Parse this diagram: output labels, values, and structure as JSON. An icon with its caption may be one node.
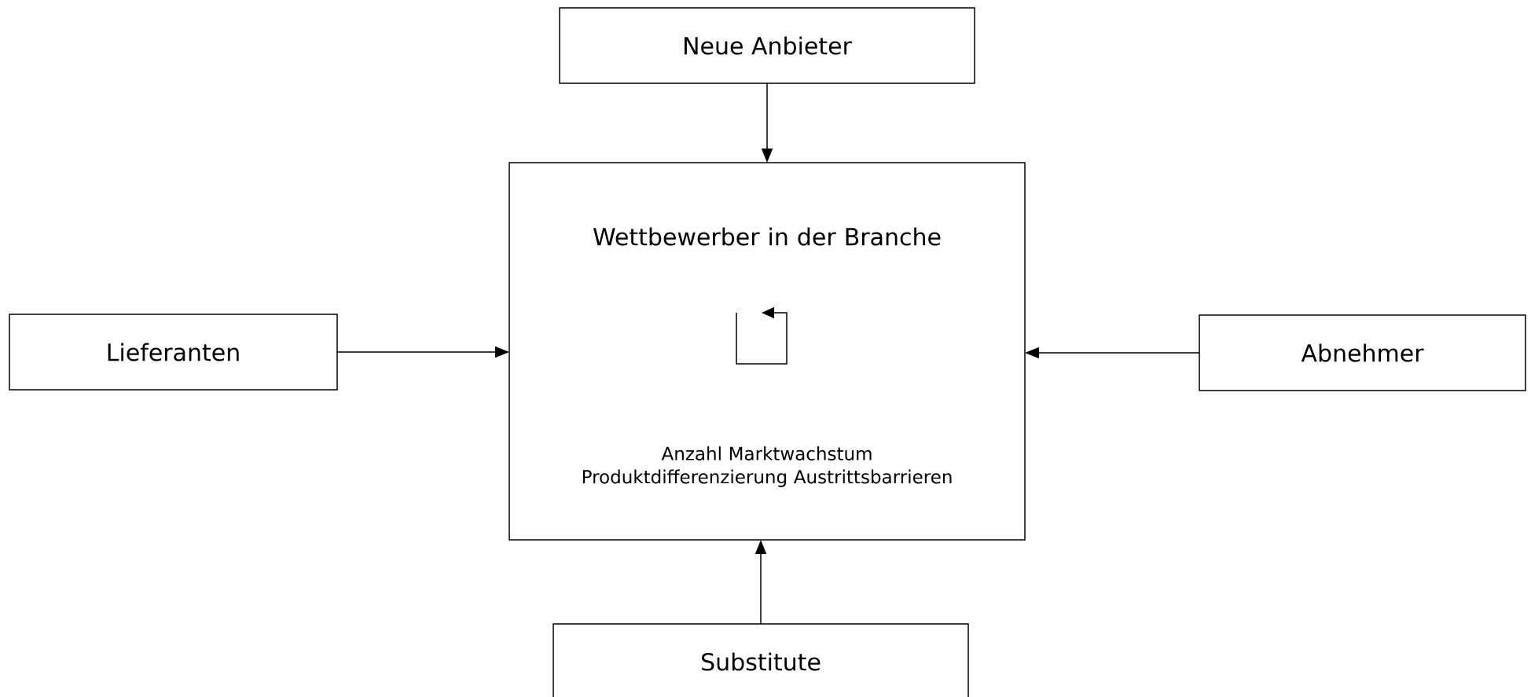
{
  "diagram": {
    "nodes": [
      {
        "text": [
          "Neue Anbieter"
        ]
      },
      {
        "text": [
          "Wettbewerber in der Branche",
          "Anzahl Marktwachstum Produktdifferenzierung Austrittsbarrieren"
        ]
      },
      {
        "text": [
          "Lieferanten"
        ]
      },
      {
        "text": [
          "Abnehmer"
        ]
      },
      {
        "text": [
          "Substitute"
        ]
      }
    ],
    "edges": [
      {
        "from": 0,
        "to": 1,
        "arrow": "to"
      },
      {
        "from": 2,
        "to": 1,
        "arrow": "to"
      },
      {
        "from": 3,
        "to": 1,
        "arrow": "to"
      },
      {
        "from": 4,
        "to": 1,
        "arrow": "to"
      }
    ]
  }
}
